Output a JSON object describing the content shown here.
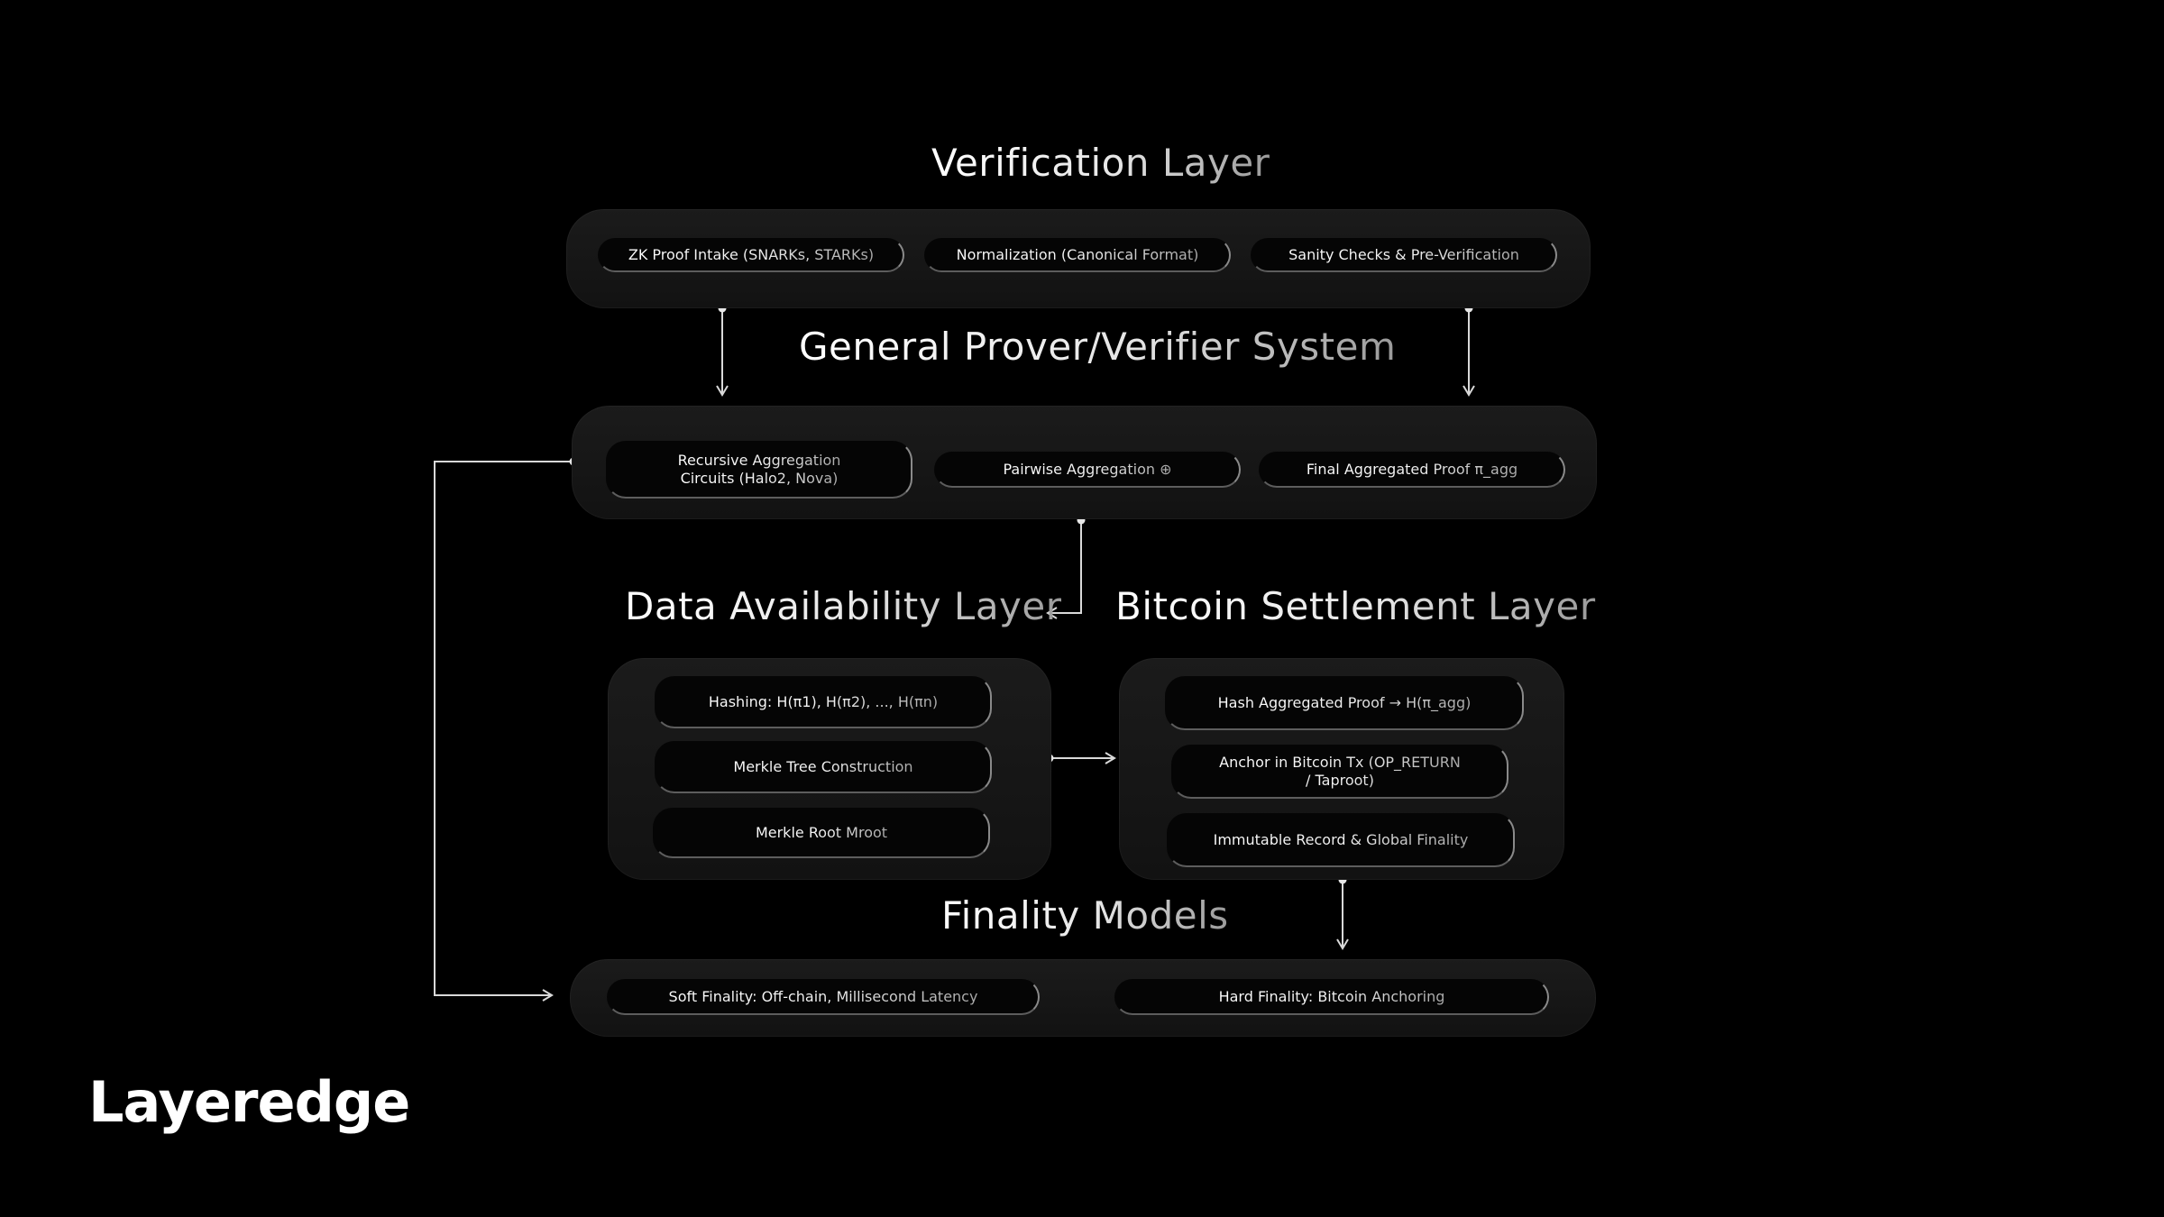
{
  "sections": {
    "verification": "Verification Layer",
    "prover": "General Prover/Verifier System",
    "data_availability": "Data Availability Layer",
    "bitcoin_settlement": "Bitcoin Settlement Layer",
    "finality": "Finality Models"
  },
  "verification_steps": [
    "ZK Proof Intake (SNARKs, STARKs)",
    "Normalization (Canonical Format)",
    "Sanity Checks & Pre-Verification"
  ],
  "prover_steps": [
    "Recursive Aggregation\nCircuits (Halo2, Nova)",
    "Pairwise Aggregation ⊕",
    "Final Aggregated Proof π_agg"
  ],
  "da_steps": [
    "Hashing: H(π1), H(π2), ..., H(πn)",
    "Merkle Tree Construction",
    "Merkle Root Mroot"
  ],
  "btc_steps": [
    "Hash Aggregated Proof → H(π_agg)",
    "Anchor in Bitcoin Tx (OP_RETURN\n/ Taproot)",
    "Immutable Record & Global Finality"
  ],
  "finality_models": [
    "Soft Finality: Off-chain, Millisecond Latency",
    "Hard Finality: Bitcoin Anchoring"
  ],
  "logo": "Layeredge",
  "colors": {
    "background": "#000000",
    "panel": "#161616",
    "pill": "#050505",
    "connector": "#d9d9d9"
  }
}
